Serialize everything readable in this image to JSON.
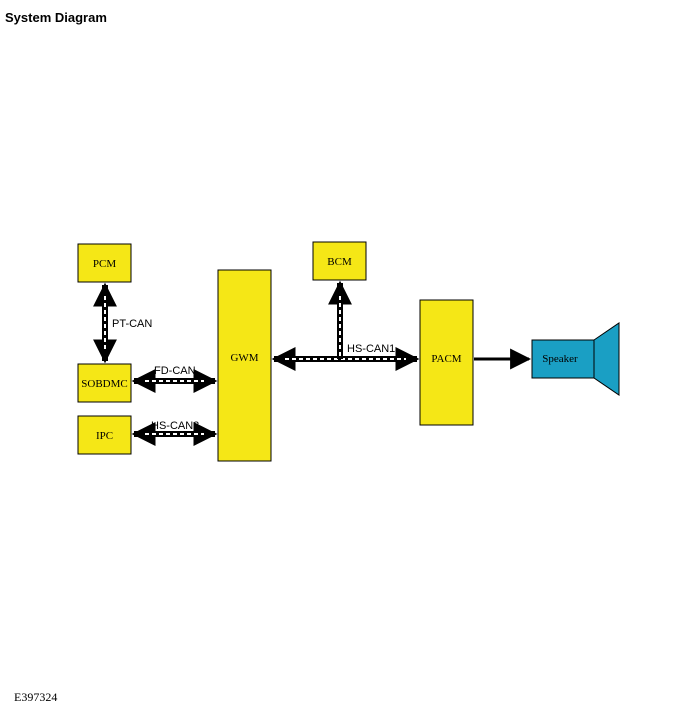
{
  "title": "System Diagram",
  "figure_id": "E397324",
  "colors": {
    "module_fill": "#f5e716",
    "speaker_fill": "#1a9fc4",
    "outline": "#000000"
  },
  "modules": {
    "pcm": "PCM",
    "sobdmc": "SOBDMC",
    "ipc": "IPC",
    "gwm": "GWM",
    "bcm": "BCM",
    "pacm": "PACM",
    "speaker": "Speaker"
  },
  "buses": {
    "pt_can": "PT-CAN",
    "fd_can": "FD-CAN",
    "hs_can3": "HS-CAN3",
    "hs_can1": "HS-CAN1"
  }
}
